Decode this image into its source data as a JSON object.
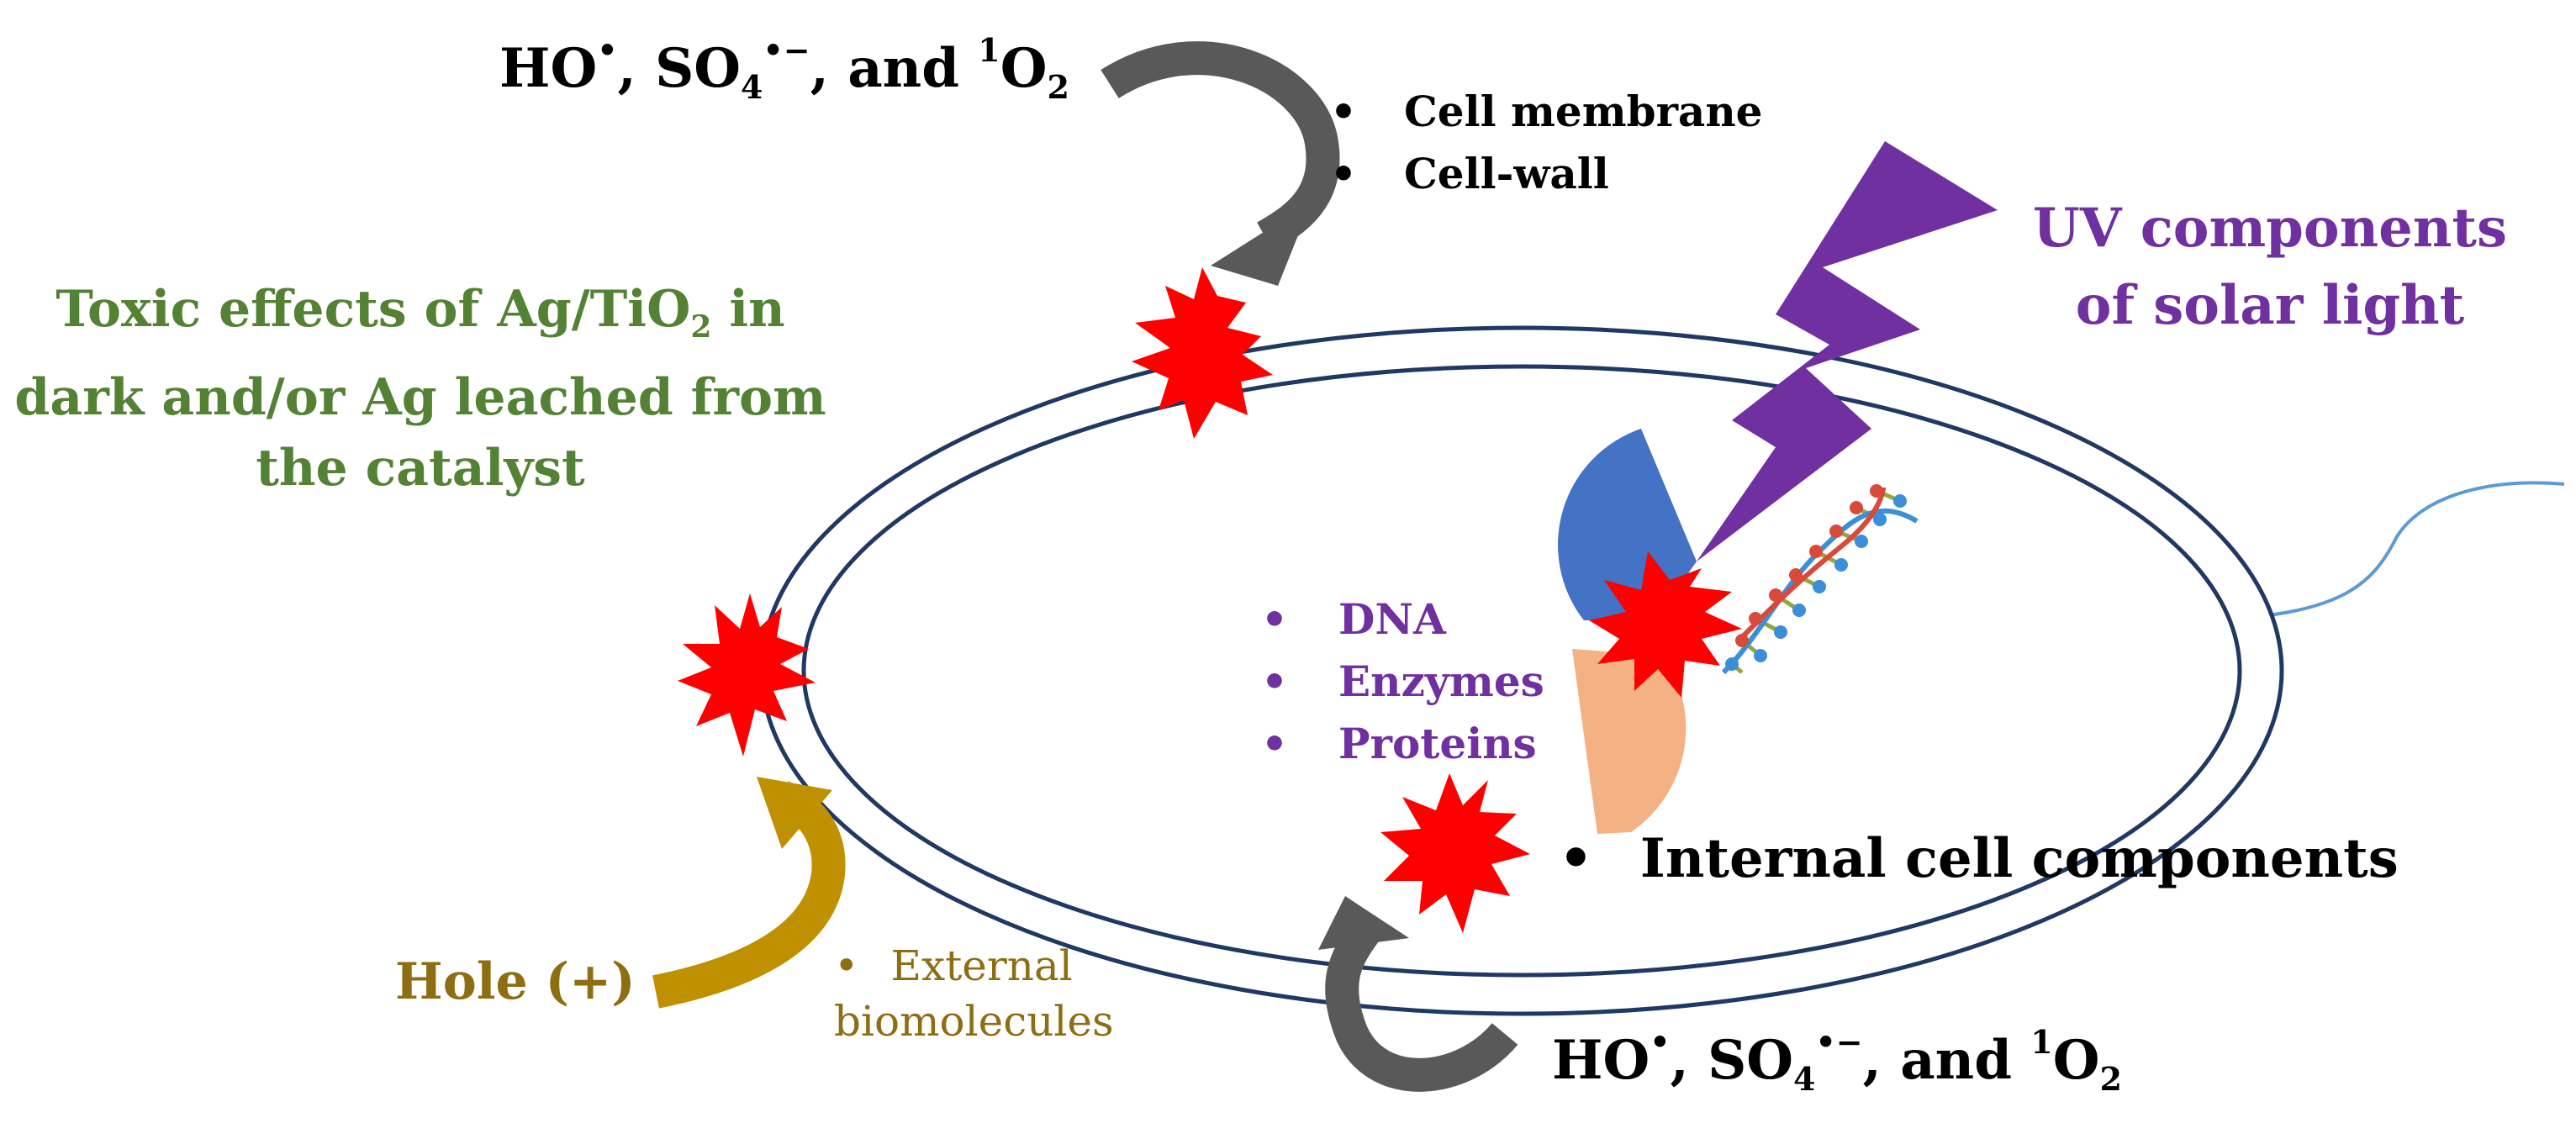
{
  "colors": {
    "membrane": "#1f3864",
    "flagellum": "#5b9bd5",
    "star": "#ff0000",
    "grey_arrow": "#595959",
    "gold_arrow": "#bf9000",
    "lightning": "#7030a0",
    "blue_enzyme": "#4472c4",
    "peach_protein": "#f4b183",
    "toxic_text": "#548235",
    "uv_text": "#7030a0",
    "hole_text": "#8d6e13"
  },
  "top_species": {
    "radical_prefix": "HO",
    "radical_dot": "•",
    "comma1": ", SO",
    "sub4": "4",
    "sup_dot_minus": "•−",
    "and_text": ", and ",
    "sup1": "1",
    "o": "O",
    "sub2": "2"
  },
  "bottom_species": {
    "radical_prefix": "HO",
    "radical_dot": "•",
    "comma1": ", SO",
    "sub4": "4",
    "sup_dot_minus": "•−",
    "and_text": ", and ",
    "sup1": "1",
    "o": "O",
    "sub2": "2"
  },
  "membrane_targets": [
    "Cell membrane",
    "Cell-wall"
  ],
  "toxic_effects": {
    "line1_a": "Toxic effects of Ag/TiO",
    "line1_sub": "2",
    "line1_b": " in",
    "line2": "dark and/or Ag leached from",
    "line3": "the catalyst"
  },
  "uv_label": {
    "line1": "UV components",
    "line2": "of solar light"
  },
  "internal_targets": [
    "DNA",
    "Enzymes",
    "Proteins"
  ],
  "internal_components": "Internal cell components",
  "hole_label": "Hole (+)",
  "external_biomolecules": {
    "line1": "External",
    "line2": "biomolecules"
  },
  "bullet_char": "•"
}
